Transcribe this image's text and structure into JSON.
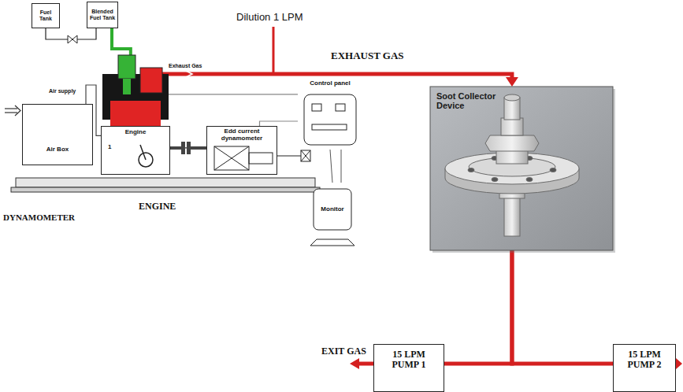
{
  "diagram": {
    "nodes": [
      {
        "text": [
          "Fuel Tank"
        ]
      },
      {
        "text": [
          "Blended Fuel Tank"
        ]
      },
      {
        "text": [
          "Air Box"
        ]
      },
      {
        "text": [
          "Engine",
          "1"
        ]
      },
      {
        "text": [
          "Edd current dynamometer"
        ]
      },
      {
        "text": [
          "Control panel"
        ]
      },
      {
        "text": [
          "Monitor"
        ]
      },
      {
        "text": [
          "Soot Collector Device"
        ]
      },
      {
        "text": [
          "15 LPM PUMP 1"
        ]
      },
      {
        "text": [
          "15 LPM PUMP 2"
        ]
      }
    ],
    "edges": [
      {
        "from": 0,
        "to": 1,
        "arrow": "none"
      },
      {
        "from": 1,
        "to": 3,
        "arrow": "none"
      },
      {
        "from": 2,
        "to": 3,
        "arrow": "none"
      },
      {
        "from": 3,
        "to": 4,
        "arrow": "none"
      },
      {
        "from": 5,
        "to": 3,
        "arrow": "none"
      },
      {
        "from": 5,
        "to": 4,
        "arrow": "none"
      },
      {
        "from": 5,
        "to": 6,
        "arrow": "none"
      },
      {
        "from": 3,
        "to": 7,
        "label": "EXHAUST GAS",
        "arrow": "to"
      },
      {
        "from": 7,
        "to": 8,
        "arrow": "none"
      },
      {
        "from": 7,
        "to": 9,
        "arrow": "none"
      }
    ],
    "labels": [
      "Dilution 1 LPM",
      "Exhaust Gas",
      "Air supply",
      "ENGINE",
      "DYNAMOMETER",
      "EXIT GAS"
    ]
  }
}
